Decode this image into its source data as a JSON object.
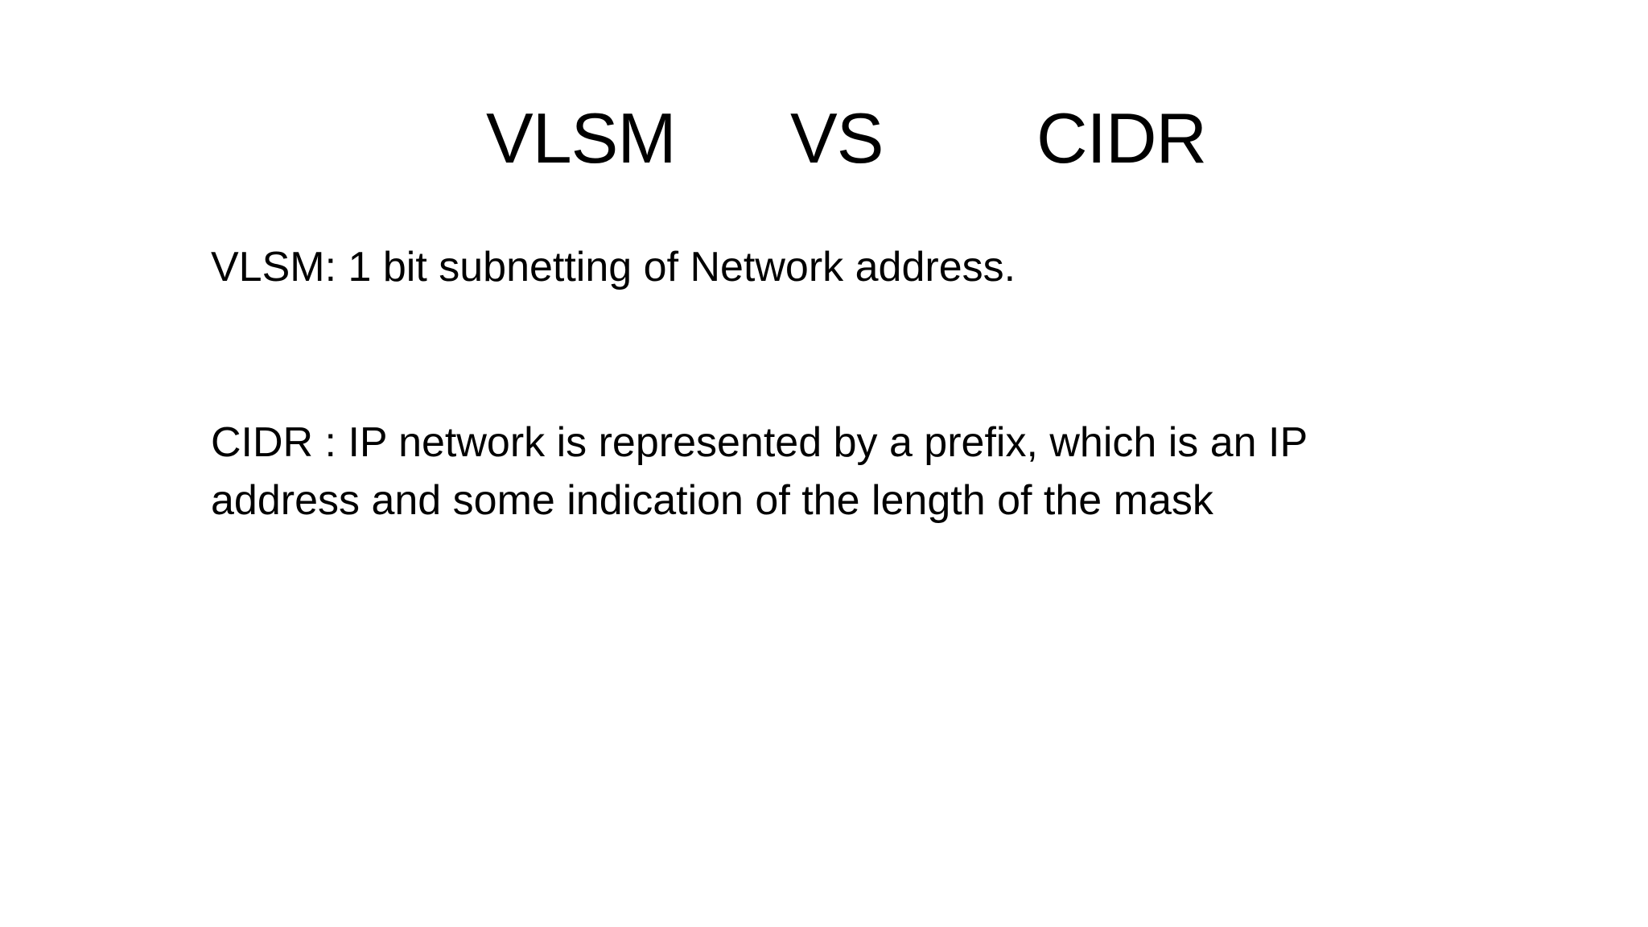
{
  "slide": {
    "title": {
      "left": "VLSM",
      "middle": "VS",
      "right": "CIDR"
    },
    "body": {
      "vlsm_line": "VLSM: 1 bit subnetting of Network address.",
      "cidr_line_1": "CIDR : IP network is represented by a prefix, which is an IP",
      "cidr_line_2": "address and some indication of the length of the mask"
    }
  }
}
